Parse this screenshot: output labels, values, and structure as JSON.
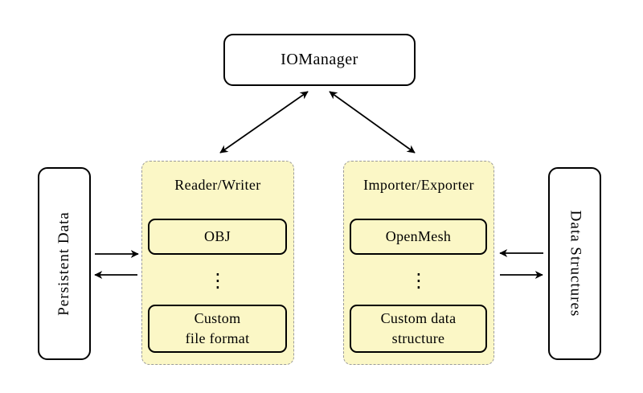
{
  "colors": {
    "background": "#ffffff",
    "panel_fill": "#fbf7c6",
    "panel_border": "#9b9b9b",
    "node_fill": "#ffffff",
    "node_border": "#000000",
    "text": "#000000",
    "arrow": "#000000"
  },
  "nodes": {
    "io_manager": {
      "label": "IOManager"
    },
    "persistent_data": {
      "label": "Persistent Data"
    },
    "data_structures": {
      "label": "Data Structures"
    }
  },
  "panels": {
    "reader_writer": {
      "title": "Reader/Writer",
      "top_box": {
        "line1": "OBJ"
      },
      "ellipsis": "⋮",
      "bottom_box": {
        "line1": "Custom",
        "line2": "file format"
      }
    },
    "importer_exporter": {
      "title": "Importer/Exporter",
      "top_box": {
        "line1": "OpenMesh"
      },
      "ellipsis": "⋮",
      "bottom_box": {
        "line1": "Custom data",
        "line2": "structure"
      }
    }
  }
}
